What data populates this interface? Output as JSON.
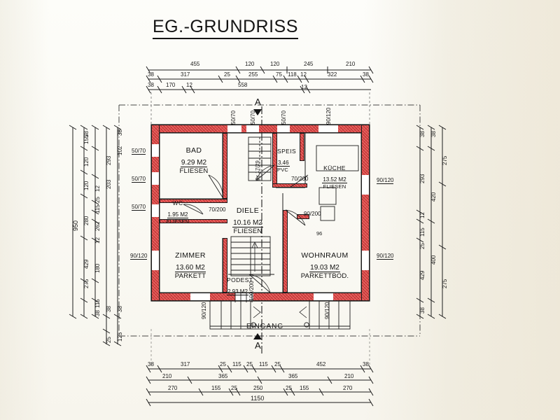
{
  "drawing": {
    "title": "EG.-GRUNDRISS",
    "section_mark_top": "A",
    "section_mark_bottom": "A",
    "entrance_label": "EINGANG",
    "stair_label": "8x 17/29",
    "stair_width_note": "96"
  },
  "rooms": [
    {
      "id": "bad",
      "name": "BAD",
      "area": "9.29 M2",
      "floor": "FLIESEN"
    },
    {
      "id": "wc",
      "name": "WC",
      "area": "1.95 M2",
      "floor": "FLIESEN"
    },
    {
      "id": "zimmer",
      "name": "ZIMMER",
      "area": "13.60 M2",
      "floor": "PARKETT"
    },
    {
      "id": "diele",
      "name": "DIELE",
      "area": "10.16 M2",
      "floor": "FLIESEN"
    },
    {
      "id": "podest",
      "name": "PODEST",
      "area": "2.93 M2",
      "floor": ""
    },
    {
      "id": "speis",
      "name": "SPEIS",
      "area": "3.46",
      "floor": "PVC"
    },
    {
      "id": "kueche",
      "name": "KÜCHE",
      "area": "13.52 M2",
      "floor": "FLIESEN"
    },
    {
      "id": "wohnraum",
      "name": "WOHNRAUM",
      "area": "19.03 M2",
      "floor": "PARKETTBOD."
    }
  ],
  "dimensions": {
    "top": {
      "row1": [
        "455",
        "120",
        "120",
        "245",
        "210"
      ],
      "row2": [
        "38",
        "317",
        "25",
        "255",
        "75",
        "118",
        "12",
        "322",
        "38"
      ],
      "row3": [
        "38",
        "170",
        "12",
        "558",
        "12"
      ]
    },
    "bottom": {
      "row1": [
        "38",
        "317",
        "25",
        "115",
        "25",
        "115",
        "25",
        "452",
        "38"
      ],
      "row2": [
        "210",
        "365",
        "365",
        "210"
      ],
      "row3": [
        "270",
        "155",
        "25",
        "250",
        "25",
        "155",
        "270"
      ],
      "total": "1150"
    },
    "left": {
      "total": "950",
      "row2": [
        "275",
        "429",
        "280",
        "120",
        "120",
        "155",
        "38"
      ],
      "row3": [
        "38",
        "115",
        "180",
        "12",
        "262",
        "115",
        "25",
        "12",
        "203",
        "293",
        "102",
        "38"
      ],
      "row4": [
        "25",
        "125"
      ],
      "extra": [
        "38",
        "38"
      ]
    },
    "right": {
      "row1": [
        "38",
        "275",
        "429",
        "25",
        "115",
        "12",
        "293",
        "38"
      ],
      "row2": [
        "38",
        "275",
        "400",
        "420",
        "275",
        "38"
      ]
    },
    "openings": {
      "top": [
        "50/70",
        "50/70",
        "50/70",
        "90/120"
      ],
      "left": [
        "50/70",
        "50/70",
        "50/70",
        "90/120"
      ],
      "right": [
        "90/120",
        "90/120"
      ],
      "bottom": [
        "90/120",
        "90/120"
      ],
      "doors": [
        "70/200",
        "90/200",
        "90/200",
        "100/200"
      ]
    }
  }
}
